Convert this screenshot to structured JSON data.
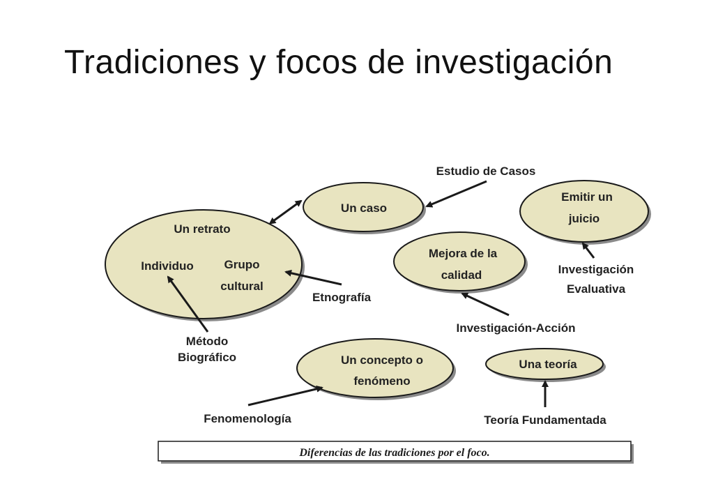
{
  "title": "Tradiciones y focos de investigación",
  "nodes": {
    "retrato": {
      "title": "Un retrato",
      "left": "Individuo",
      "right_line1": "Grupo",
      "right_line2": "cultural"
    },
    "caso": {
      "line1": "Un caso"
    },
    "juicio": {
      "line1": "Emitir un",
      "line2": "juicio"
    },
    "mejora": {
      "line1": "Mejora de la",
      "line2": "calidad"
    },
    "concepto": {
      "line1": "Un concepto o",
      "line2": "fenómeno"
    },
    "teoria": {
      "line1": "Una teoría"
    }
  },
  "labels": {
    "estudio_casos": "Estudio de Casos",
    "etnografia": "Etnografía",
    "metodo_line1": "Método",
    "metodo_line2": "Biográfico",
    "inv_eval_line1": "Investigación",
    "inv_eval_line2": "Evaluativa",
    "inv_accion": "Investigación-Acción",
    "fenomenologia": "Fenomenología",
    "teoria_fundamentada": "Teoría Fundamentada"
  },
  "caption": "Diferencias de las tradiciones por el foco.",
  "colors": {
    "ellipse_fill": "#e8e4c0",
    "ellipse_border": "#1a1a1a",
    "shadow": "#8a8a8a",
    "arrow": "#1a1a1a"
  }
}
